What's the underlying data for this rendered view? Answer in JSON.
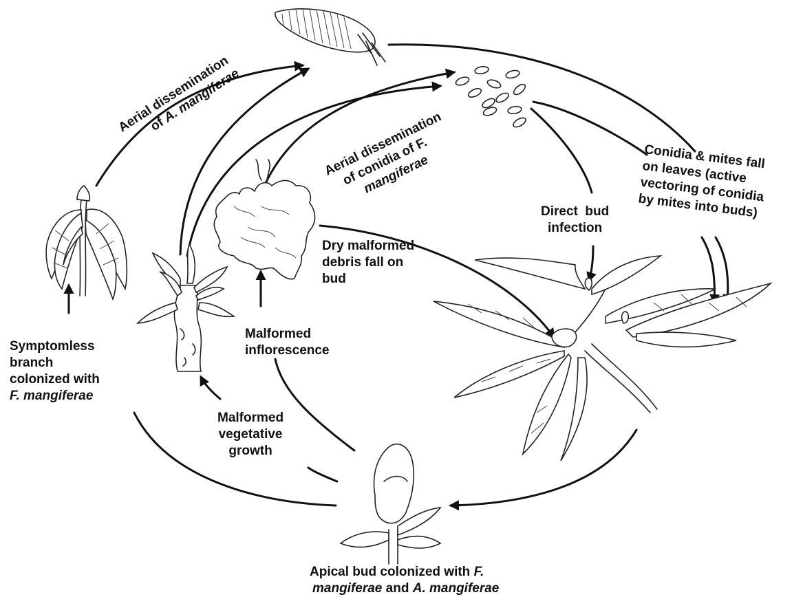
{
  "labels": {
    "aerial_mite": {
      "prefix": "Aerial dissemination",
      "prefix2": "of ",
      "species": "A. mangiferae"
    },
    "aerial_conidia": {
      "line1": "Aerial dissemination",
      "line2": "of conidia of F.",
      "line3_italic": "mangiferae"
    },
    "conidia_mites_fall": {
      "line1": "Conidia & mites fall",
      "line2": "on leaves (active",
      "line3": "vectoring of conidia",
      "line4": "by mites into buds)"
    },
    "direct_bud": {
      "line1": "Direct  bud",
      "line2": "infection"
    },
    "dry_debris": {
      "line1": "Dry malformed",
      "line2": "debris fall on",
      "line3": "bud"
    },
    "malformed_inflorescence": {
      "line1": "Malformed",
      "line2": "inflorescence"
    },
    "symptomless": {
      "line1": "Symptomless",
      "line2": "branch",
      "line3": "colonized with",
      "line4_italic": "F. mangiferae"
    },
    "malformed_vegetative": {
      "line1": "Malformed",
      "line2": "vegetative",
      "line3": "growth"
    },
    "apical_bud": {
      "line1_prefix": "Apical bud colonized with ",
      "line1_italic": "F.",
      "line2_italic_a": "mangiferae",
      "line2_mid": " and ",
      "line2_italic_b": "A. mangiferae"
    }
  },
  "colors": {
    "ink": "#111111",
    "background": "#ffffff"
  },
  "icons": [
    "mite-drawing",
    "conidia-spores",
    "malformed-inflorescence-drawing",
    "malformed-vegetative-shoot-drawing",
    "symptomless-branch-drawing",
    "mango-branch-drawing",
    "apical-bud-drawing"
  ]
}
